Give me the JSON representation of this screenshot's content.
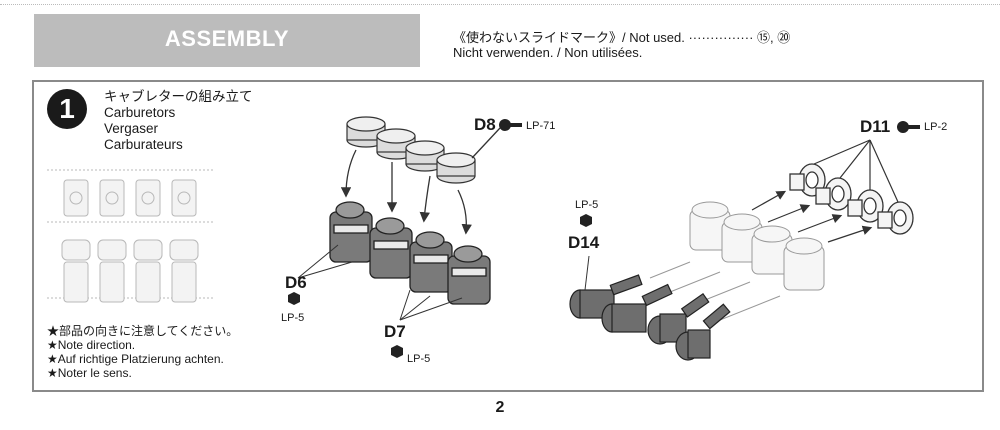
{
  "header": {
    "title": "ASSEMBLY",
    "not_used_line1": "《使わないスライドマーク》/ Not used. ··············· ⑮, ⑳",
    "not_used_line2": "Nicht verwenden. / Non utilisées."
  },
  "step": {
    "number": "1",
    "title_ja": "キャブレターの組み立て",
    "title_en": "Carburetors",
    "title_de": "Vergaser",
    "title_fr": "Carburateurs"
  },
  "notes": [
    "★部品の向きに注意してください。",
    "★Note direction.",
    "★Auf richtige Platzierung achten.",
    "★Noter le sens."
  ],
  "parts": {
    "d8": {
      "label": "D8",
      "paint": "LP-71"
    },
    "d6": {
      "label": "D6",
      "paint": "LP-5"
    },
    "d7": {
      "label": "D7",
      "paint": "LP-5"
    },
    "d14": {
      "label": "D14",
      "paint": "LP-5"
    },
    "d11": {
      "label": "D11",
      "paint": "LP-2"
    }
  },
  "page_number": "2",
  "colors": {
    "header_bg": "#bcbcbc",
    "frame": "#8a8a8a",
    "part_grey": "#6e6e6e",
    "part_light": "#e6e6e6"
  }
}
